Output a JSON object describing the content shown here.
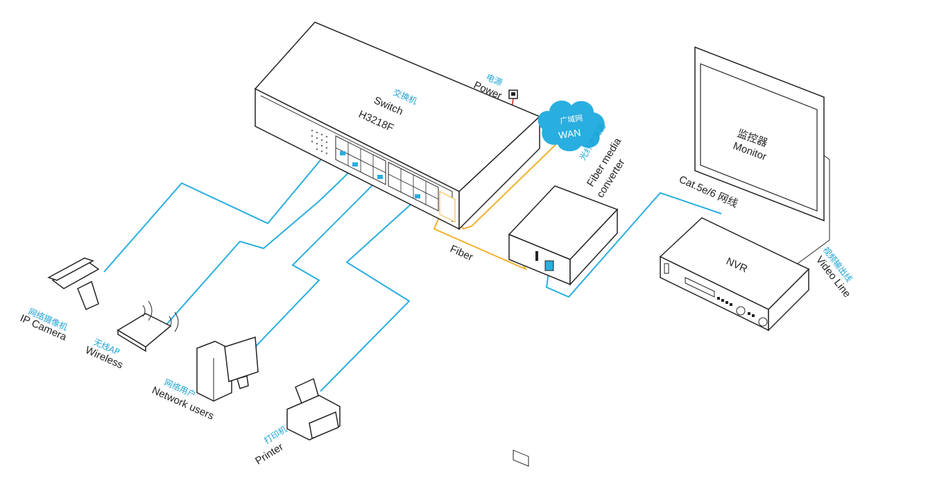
{
  "colors": {
    "ethernet_cable": "#29aee0",
    "fiber_cable": "#f2b12c",
    "chinese_label": "#19a3d6",
    "power_cable": "#d81e1e"
  },
  "switch": {
    "name_cn": "交换机",
    "name_en": "Switch",
    "model": "H3218F"
  },
  "power": {
    "name_cn": "电源",
    "name_en": "Power"
  },
  "wan": {
    "name_cn": "广域网",
    "name_en": "WAN"
  },
  "fiber_converter": {
    "name_cn": "光纤收发器",
    "name_en_line1": "Fiber media",
    "name_en_line2": "converter"
  },
  "fiber_cable_label": "Fiber",
  "cat_cable_label": "Cat.5e/6 网线",
  "monitor": {
    "name_cn": "监控器",
    "name_en": "Monitor"
  },
  "nvr": {
    "name_en": "NVR"
  },
  "video_line": {
    "name_cn": "视频输出线",
    "name_en": "Video Line"
  },
  "ip_camera": {
    "name_cn": "网络摄像机",
    "name_en": "IP Camera"
  },
  "wireless": {
    "name_cn": "无线AP",
    "name_en": "Wireless"
  },
  "network_users": {
    "name_cn": "网络用户",
    "name_en": "Network users"
  },
  "printer": {
    "name_cn": "打印机",
    "name_en": "Printer"
  }
}
